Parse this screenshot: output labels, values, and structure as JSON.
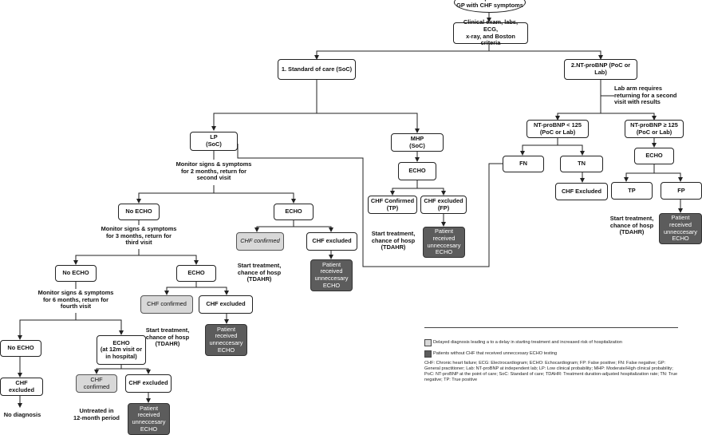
{
  "nodes": {
    "start": "Patient presents to\nGP with CHF symptoms",
    "clinical": "Clinical exam, labs, ECG,\nx-ray, and Boston criteria",
    "soc": "1. Standard of care (SoC)",
    "ntp": "2.NT-proBNP (PoC or Lab)",
    "lp": "LP\n(SoC)",
    "mhp": "MHP\n(SoC)",
    "mhp_echo": "ECHO",
    "mhp_conf": "CHF Confirmed\n(TP)",
    "mhp_excl": "CHF excluded\n(FP)",
    "mhp_unnec": "Patient\nreceived\nunneccesary\nECHO",
    "lp_noecho": "No ECHO",
    "lp_echo": "ECHO",
    "lp_conf": "CHF confirmed",
    "lp_excl": "CHF excluded",
    "lp_unnec": "Patient\nreceived\nunneccesary\nECHO",
    "v3_noecho": "No ECHO",
    "v3_echo": "ECHO",
    "v3_conf": "CHF confirmed",
    "v3_excl": "CHF excluded",
    "v3_unnec": "Patient\nreceived\nunneccesary\nECHO",
    "v4_noecho": "No ECHO",
    "v4_echo": "ECHO\n(at 12m visit or\nin hospital)",
    "v4_chfexcl": "CHF excluded",
    "v4_conf": "CHF\nconfirmed",
    "v4_excl": "CHF excluded",
    "v4_unnec": "Patient\nreceived\nunneccesary\nECHO",
    "ntlow": "NT-proBNP < 125\n(PoC or Lab)",
    "nthigh": "NT-proBNP ≥ 125\n(PoC or Lab)",
    "fn": "FN",
    "tn": "TN",
    "tn_excl": "CHF Excluded",
    "hi_echo": "ECHO",
    "tp": "TP",
    "fp": "FP",
    "fp_unnec": "Patient\nreceived\nunneccesary\nECHO"
  },
  "texts": {
    "lab_arm": "Lab arm requires\nreturning for a second\nvisit with results",
    "monitor2": "Monitor signs & symptoms\nfor 2 months, return for\nsecond visit",
    "monitor3": "Monitor signs & symptoms\nfor 3 months, return for\nthird visit",
    "monitor4": "Monitor signs & symptoms\nfor 6 months, return for\nfourth visit",
    "treat_mhp": "Start treatment,\nchance of hosp\n(TDAHR)",
    "treat_lp": "Start treatment,\nchance of hosp\n(TDAHR)",
    "treat_v3": "Start treatment,\nchance of hosp\n(TDAHR)",
    "treat_tp": "Start treatment,\nchance of hosp\n(TDAHR)",
    "no_diag": "No diagnosis",
    "untreated": "Untreated in\n12-month period"
  },
  "legend": {
    "gray_text": "Delayed diagnosis leading a to a delay in starting treatment and increased risk of hospitalization",
    "dark_text": "Patients without CHF that received unneccesary ECHO testing",
    "abbreviations": "CHF: Chronic heart failure; ECG: Electrocardiogram; ECHO: Echocardiogram; FP: False positive; FN: False negative; GP: General practitioner; Lab: NT-proBNP at independent lab; LP: Low clinical probability; MHP: Moderate/High clinical probability; PoC: NT-proBNP at the point of care; SoC: Standard of care; TDAHR: Treatment duration-adjusted hospitalization rate; TN: True negative; TP: True positive"
  },
  "colors": {
    "gray_box": "#d8d8d8",
    "dark_box": "#5c5c5c",
    "line": "#222222"
  }
}
